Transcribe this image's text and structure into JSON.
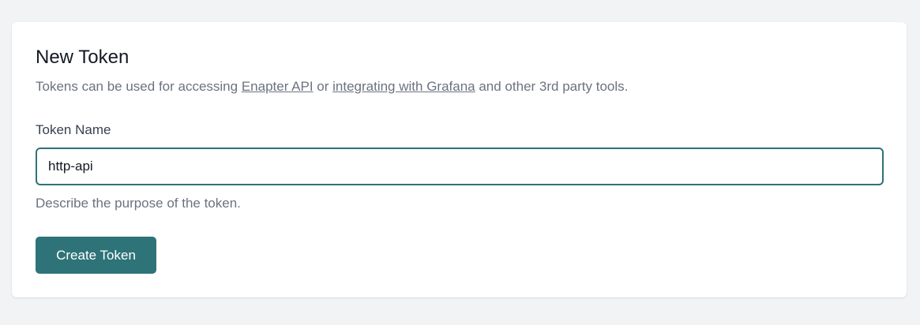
{
  "card": {
    "title": "New Token",
    "description": {
      "prefix": "Tokens can be used for accessing ",
      "link1": "Enapter API",
      "middle": " or ",
      "link2": "integrating with Grafana",
      "suffix": " and other 3rd party tools."
    },
    "field": {
      "label": "Token Name",
      "value": "http-api",
      "help": "Describe the purpose of the token."
    },
    "submit_label": "Create Token"
  },
  "colors": {
    "accent": "#2e7378",
    "background": "#f2f3f5",
    "muted_text": "#6b7280"
  }
}
